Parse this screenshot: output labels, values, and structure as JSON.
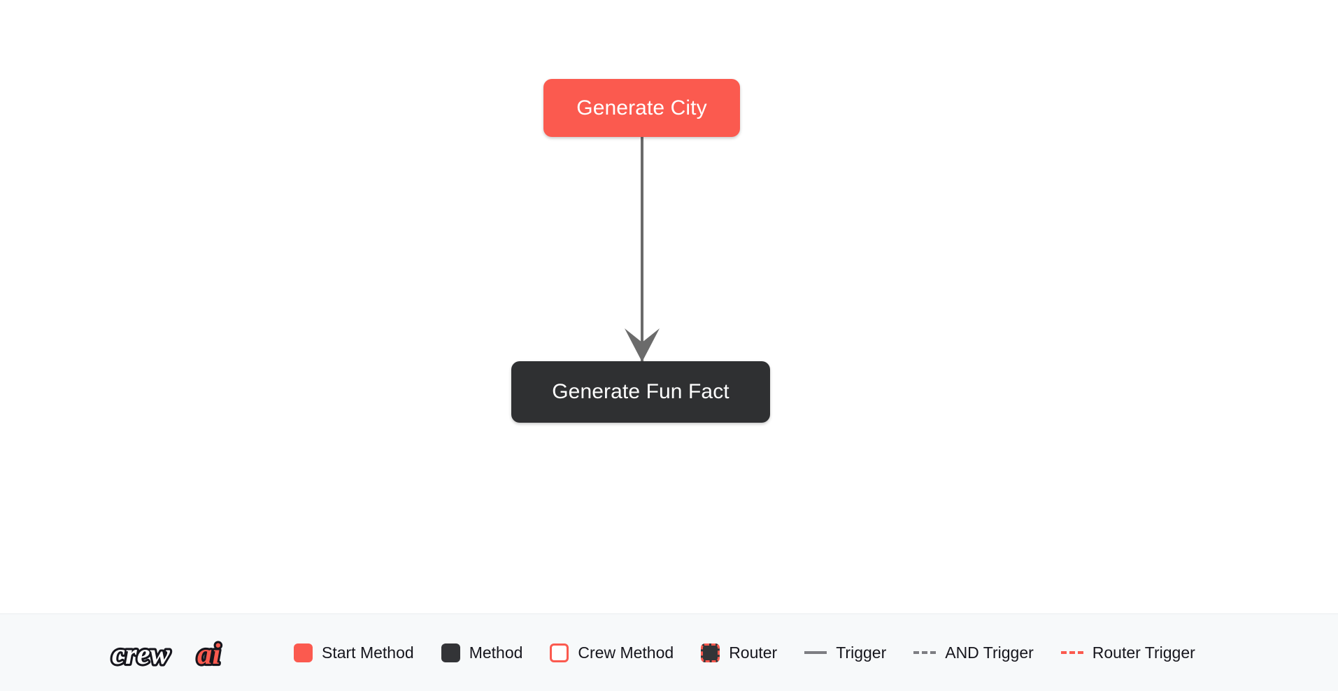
{
  "flow": {
    "nodes": [
      {
        "id": "generate-city",
        "label": "Generate City",
        "type": "start-method",
        "color": "#fb5a4f"
      },
      {
        "id": "generate-fun-fact",
        "label": "Generate Fun Fact",
        "type": "method",
        "color": "#2f3032"
      }
    ],
    "edges": [
      {
        "from": "generate-city",
        "to": "generate-fun-fact",
        "type": "trigger",
        "color": "#6b6b6b"
      }
    ]
  },
  "legend": {
    "logo_text_primary": "crew",
    "logo_text_accent": "ai",
    "items": [
      {
        "label": "Start Method",
        "marker": "swatch-filled-red",
        "color": "#fb5a4f"
      },
      {
        "label": "Method",
        "marker": "swatch-filled-dark",
        "color": "#333437"
      },
      {
        "label": "Crew Method",
        "marker": "swatch-outline-red",
        "color": "#fb5a4f"
      },
      {
        "label": "Router",
        "marker": "swatch-dark-dashed-red",
        "color": "#fb5a4f"
      },
      {
        "label": "Trigger",
        "marker": "line-solid-grey",
        "color": "#7d7d82"
      },
      {
        "label": "AND Trigger",
        "marker": "line-dashed-grey",
        "color": "#7d7d82"
      },
      {
        "label": "Router Trigger",
        "marker": "line-dashed-red",
        "color": "#fb5a4f"
      }
    ]
  },
  "colors": {
    "canvas_background": "#ffffff",
    "legend_background": "#f7f9fa",
    "accent": "#fb5a4f",
    "dark": "#2f3032",
    "edge": "#6b6b6b",
    "text": "#16161d"
  }
}
